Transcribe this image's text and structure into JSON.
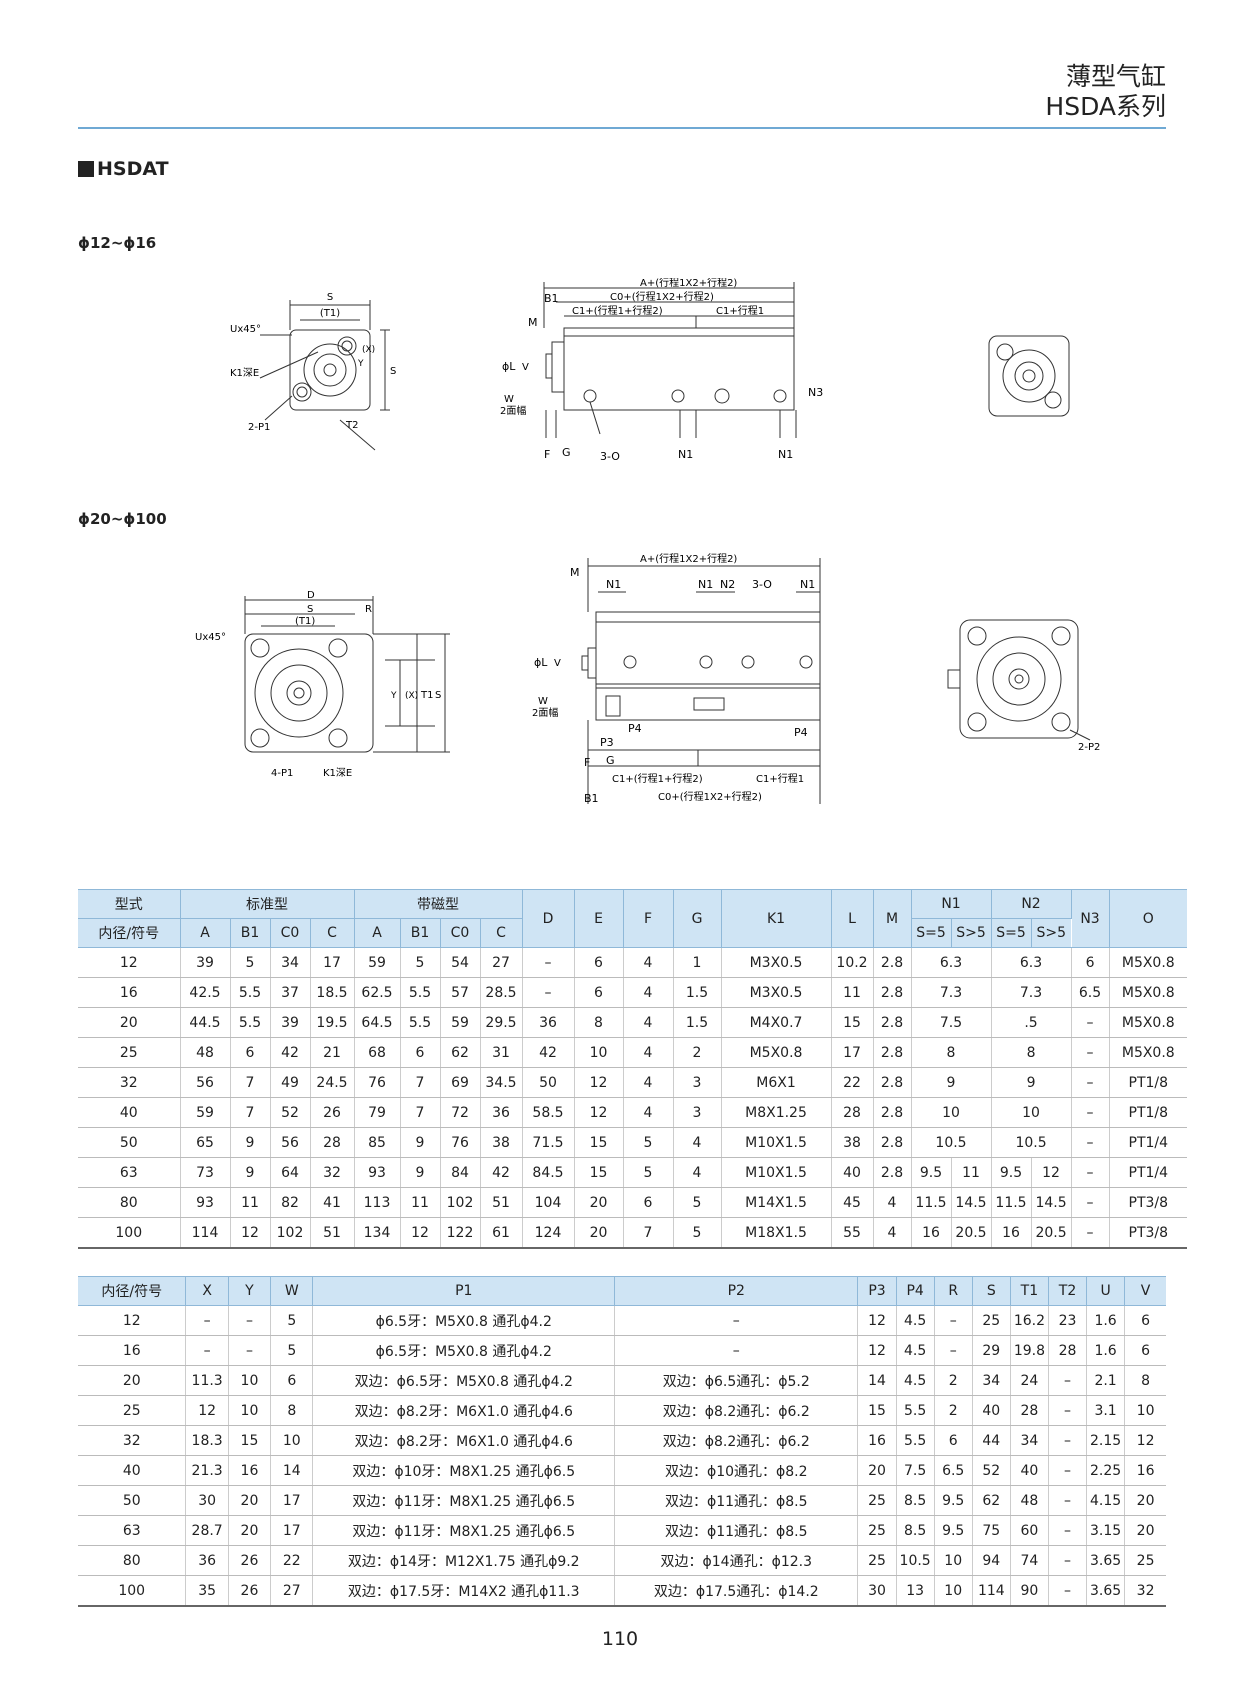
{
  "header": {
    "title": "薄型气缸",
    "subtitle": "HSDA系列"
  },
  "section": {
    "title": "HSDAT"
  },
  "drawings": {
    "range_small": "ϕ12~ϕ16",
    "range_large": "ϕ20~ϕ100",
    "small_front": {
      "s": "S",
      "t1": "(T1)",
      "u": "Ux45°",
      "k1": "K1深E",
      "p1": "2-P1",
      "t2": "T2",
      "y": "Y",
      "x": "(X)",
      "s_side": "S"
    },
    "small_side": {
      "a": "A+(行程1X2+行程2)",
      "c0": "C0+(行程1X2+行程2)",
      "c1a": "C1+(行程1+行程2)",
      "c1b": "C1+行程1",
      "b1": "B1",
      "m": "M",
      "phil": "ϕL",
      "v": "V",
      "w": "W",
      "w2": "2面幅",
      "f": "F",
      "g": "G",
      "o": "3-O",
      "n1a": "N1",
      "n1b": "N1",
      "n3": "N3"
    },
    "large_front": {
      "d": "D",
      "s": "S",
      "t1": "(T1)",
      "r": "R",
      "u": "Ux45°",
      "p1": "4-P1",
      "k1": "K1深E",
      "y": "Y",
      "x": "(X)",
      "t1v": "T1",
      "sv": "S"
    },
    "large_side": {
      "a": "A+(行程1X2+行程2)",
      "m": "M",
      "n1a": "N1",
      "n1b": "N1",
      "n2": "N2",
      "o": "3-O",
      "n1c": "N1",
      "phil": "ϕL",
      "v": "V",
      "w": "W",
      "w2": "2面幅",
      "p3": "P3",
      "p4a": "P4",
      "p4b": "P4",
      "f": "F",
      "g": "G",
      "c1a": "C1+(行程1+行程2)",
      "c1b": "C1+行程1",
      "b1": "B1",
      "c0": "C0+(行程1X2+行程2)"
    },
    "large_back": {
      "p2": "2-P2"
    }
  },
  "table1": {
    "group_row": [
      "型式",
      "标准型",
      "带磁型",
      "D",
      "E",
      "F",
      "G",
      "K1",
      "L",
      "M",
      "N1",
      "N2",
      "N3",
      "O"
    ],
    "sub_row": [
      "内径/符号",
      "A",
      "B1",
      "C0",
      "C",
      "A",
      "B1",
      "C0",
      "C",
      "S=5",
      "S>5",
      "S=5",
      "S>5"
    ],
    "rows": [
      [
        "12",
        "39",
        "5",
        "34",
        "17",
        "59",
        "5",
        "54",
        "27",
        "–",
        "6",
        "4",
        "1",
        "M3X0.5",
        "10.2",
        "2.8",
        "6.3",
        "6.3",
        "6",
        "M5X0.8"
      ],
      [
        "16",
        "42.5",
        "5.5",
        "37",
        "18.5",
        "62.5",
        "5.5",
        "57",
        "28.5",
        "–",
        "6",
        "4",
        "1.5",
        "M3X0.5",
        "11",
        "2.8",
        "7.3",
        "7.3",
        "6.5",
        "M5X0.8"
      ],
      [
        "20",
        "44.5",
        "5.5",
        "39",
        "19.5",
        "64.5",
        "5.5",
        "59",
        "29.5",
        "36",
        "8",
        "4",
        "1.5",
        "M4X0.7",
        "15",
        "2.8",
        "7.5",
        ".5",
        "–",
        "M5X0.8"
      ],
      [
        "25",
        "48",
        "6",
        "42",
        "21",
        "68",
        "6",
        "62",
        "31",
        "42",
        "10",
        "4",
        "2",
        "M5X0.8",
        "17",
        "2.8",
        "8",
        "8",
        "–",
        "M5X0.8"
      ],
      [
        "32",
        "56",
        "7",
        "49",
        "24.5",
        "76",
        "7",
        "69",
        "34.5",
        "50",
        "12",
        "4",
        "3",
        "M6X1",
        "22",
        "2.8",
        "9",
        "9",
        "–",
        "PT1/8"
      ],
      [
        "40",
        "59",
        "7",
        "52",
        "26",
        "79",
        "7",
        "72",
        "36",
        "58.5",
        "12",
        "4",
        "3",
        "M8X1.25",
        "28",
        "2.8",
        "10",
        "10",
        "–",
        "PT1/8"
      ],
      [
        "50",
        "65",
        "9",
        "56",
        "28",
        "85",
        "9",
        "76",
        "38",
        "71.5",
        "15",
        "5",
        "4",
        "M10X1.5",
        "38",
        "2.8",
        "10.5",
        "10.5",
        "–",
        "PT1/4"
      ]
    ],
    "rows_split": [
      [
        "63",
        "73",
        "9",
        "64",
        "32",
        "93",
        "9",
        "84",
        "42",
        "84.5",
        "15",
        "5",
        "4",
        "M10X1.5",
        "40",
        "2.8",
        "9.5",
        "11",
        "9.5",
        "12",
        "–",
        "PT1/4"
      ],
      [
        "80",
        "93",
        "11",
        "82",
        "41",
        "113",
        "11",
        "102",
        "51",
        "104",
        "20",
        "6",
        "5",
        "M14X1.5",
        "45",
        "4",
        "11.5",
        "14.5",
        "11.5",
        "14.5",
        "–",
        "PT3/8"
      ],
      [
        "100",
        "114",
        "12",
        "102",
        "51",
        "134",
        "12",
        "122",
        "61",
        "124",
        "20",
        "7",
        "5",
        "M18X1.5",
        "55",
        "4",
        "16",
        "20.5",
        "16",
        "20.5",
        "–",
        "PT3/8"
      ]
    ]
  },
  "table2": {
    "header": [
      "内径/符号",
      "X",
      "Y",
      "W",
      "P1",
      "P2",
      "P3",
      "P4",
      "R",
      "S",
      "T1",
      "T2",
      "U",
      "V"
    ],
    "rows": [
      [
        "12",
        "–",
        "–",
        "5",
        "ϕ6.5牙：M5X0.8 通孔ϕ4.2",
        "–",
        "12",
        "4.5",
        "–",
        "25",
        "16.2",
        "23",
        "1.6",
        "6"
      ],
      [
        "16",
        "–",
        "–",
        "5",
        "ϕ6.5牙：M5X0.8 通孔ϕ4.2",
        "–",
        "12",
        "4.5",
        "–",
        "29",
        "19.8",
        "28",
        "1.6",
        "6"
      ],
      [
        "20",
        "11.3",
        "10",
        "6",
        "双边：ϕ6.5牙：M5X0.8 通孔ϕ4.2",
        "双边：ϕ6.5通孔：ϕ5.2",
        "14",
        "4.5",
        "2",
        "34",
        "24",
        "–",
        "2.1",
        "8"
      ],
      [
        "25",
        "12",
        "10",
        "8",
        "双边：ϕ8.2牙：M6X1.0 通孔ϕ4.6",
        "双边：ϕ8.2通孔：ϕ6.2",
        "15",
        "5.5",
        "2",
        "40",
        "28",
        "–",
        "3.1",
        "10"
      ],
      [
        "32",
        "18.3",
        "15",
        "10",
        "双边：ϕ8.2牙：M6X1.0 通孔ϕ4.6",
        "双边：ϕ8.2通孔：ϕ6.2",
        "16",
        "5.5",
        "6",
        "44",
        "34",
        "–",
        "2.15",
        "12"
      ],
      [
        "40",
        "21.3",
        "16",
        "14",
        "双边：ϕ10牙：M8X1.25 通孔ϕ6.5",
        "双边：ϕ10通孔：ϕ8.2",
        "20",
        "7.5",
        "6.5",
        "52",
        "40",
        "–",
        "2.25",
        "16"
      ],
      [
        "50",
        "30",
        "20",
        "17",
        "双边：ϕ11牙：M8X1.25 通孔ϕ6.5",
        "双边：ϕ11通孔：ϕ8.5",
        "25",
        "8.5",
        "9.5",
        "62",
        "48",
        "–",
        "4.15",
        "20"
      ],
      [
        "63",
        "28.7",
        "20",
        "17",
        "双边：ϕ11牙：M8X1.25 通孔ϕ6.5",
        "双边：ϕ11通孔：ϕ8.5",
        "25",
        "8.5",
        "9.5",
        "75",
        "60",
        "–",
        "3.15",
        "20"
      ],
      [
        "80",
        "36",
        "26",
        "22",
        "双边：ϕ14牙：M12X1.75 通孔ϕ9.2",
        "双边：ϕ14通孔：ϕ12.3",
        "25",
        "10.5",
        "10",
        "94",
        "74",
        "–",
        "3.65",
        "25"
      ],
      [
        "100",
        "35",
        "26",
        "27",
        "双边：ϕ17.5牙：M14X2 通孔ϕ11.3",
        "双边：ϕ17.5通孔：ϕ14.2",
        "30",
        "13",
        "10",
        "114",
        "90",
        "–",
        "3.65",
        "32"
      ]
    ]
  },
  "page_number": "110"
}
